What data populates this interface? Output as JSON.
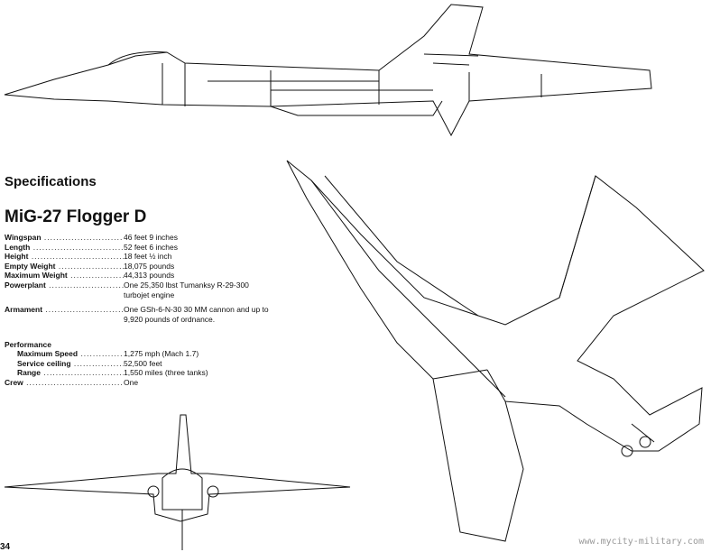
{
  "heading": "Specifications",
  "title": "MiG-27 Flogger D",
  "specs": [
    {
      "label": "Wingspan",
      "value": "46 feet 9 inches"
    },
    {
      "label": "Length",
      "value": "52 feet 6 inches"
    },
    {
      "label": "Height",
      "value": "18 feet ½ inch"
    },
    {
      "label": "Empty Weight",
      "value": "18,075 pounds"
    },
    {
      "label": "Maximum Weight",
      "value": "44,313 pounds"
    },
    {
      "label": "Powerplant",
      "value": "One 25,350 lbst Tumanksy R-29-300 turbojet engine"
    }
  ],
  "armament": {
    "label": "Armament",
    "value": "One GSh-6-N-30 30 MM cannon and up to 9,920 pounds of ordnance."
  },
  "performance": {
    "heading": "Performance",
    "items": [
      {
        "label": "Maximum Speed",
        "value": "1,275 mph (Mach 1.7)"
      },
      {
        "label": "Service ceiling",
        "value": "52,500 feet"
      },
      {
        "label": "Range",
        "value": "1,550 miles (three tanks)"
      }
    ]
  },
  "crew": {
    "label": "Crew",
    "value": "One"
  },
  "page_number": "34",
  "watermark": "www.mycity-military.com"
}
